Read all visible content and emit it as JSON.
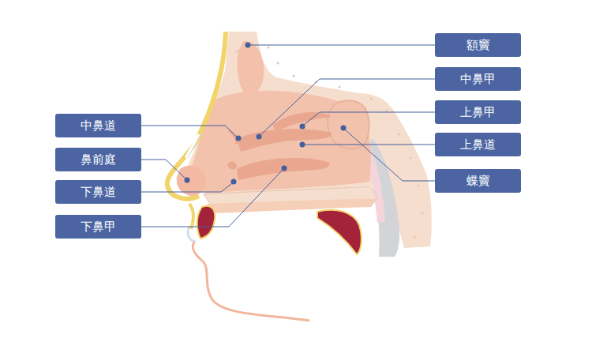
{
  "diagram": {
    "nodes": [
      {
        "text": [
          "額竇"
        ]
      },
      {
        "text": [
          "中鼻甲"
        ]
      },
      {
        "text": [
          "上鼻甲"
        ]
      },
      {
        "text": [
          "中鼻道"
        ]
      },
      {
        "text": [
          "上鼻道"
        ]
      },
      {
        "text": [
          "鼻前庭"
        ]
      },
      {
        "text": [
          "蝶竇"
        ]
      },
      {
        "text": [
          "下鼻道"
        ]
      },
      {
        "text": [
          "下鼻甲"
        ]
      }
    ]
  }
}
